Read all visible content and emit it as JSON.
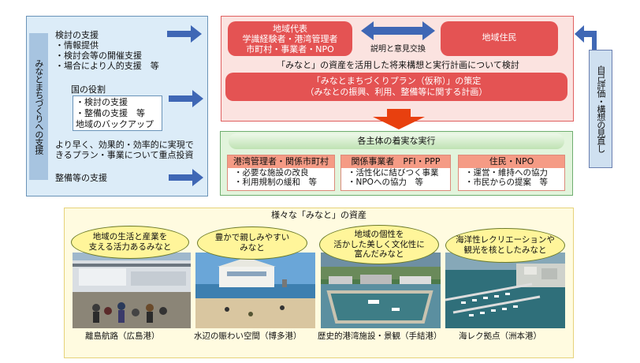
{
  "support": {
    "vertical_label": "みなとまちづくりへの支援",
    "study_support": {
      "heading": "検討の支援",
      "items": [
        "・情報提供",
        "・検討会等の開催支援",
        "・場合により人的支援　等"
      ]
    },
    "nation": {
      "heading": "国の役割",
      "items": [
        "・検討の支援",
        "・整備の支援　等"
      ],
      "backup": "地域のバックアップ"
    },
    "efficiency": [
      "より早く、効果的・効率的に実現で",
      "きるプラン・事業について重点投資"
    ],
    "maintenance": "整備等の支援"
  },
  "plan": {
    "rep_lines": [
      "地域代表",
      "学識経験者・港湾管理者",
      "市町村・事業者・NPO"
    ],
    "residents": "地域住民",
    "exchange": "説明と意見交換",
    "consider": "「みなと」の資産を活用した将来構想と実行計画について検討",
    "plan_lines": [
      "「みなとまちづくりプラン（仮称）」の策定",
      "（みなとの振興、利用、整備等に関する計画）"
    ]
  },
  "feedback": "自己評価・構想の見直し",
  "implementation": {
    "header": "各主体の着実な実行",
    "parties": [
      {
        "title": "港湾管理者・関係市町村",
        "items": [
          "・必要な施設の改良",
          "・利用規制の緩和　等"
        ]
      },
      {
        "title": "関係事業者　PFI・PPP",
        "items": [
          "・活性化に結びつく事業",
          "・NPOへの協力　等"
        ]
      },
      {
        "title": "住民・NPO",
        "items": [
          "・運営・維持への協力",
          "・市民からの提案　等"
        ]
      }
    ]
  },
  "resources": {
    "title": "様々な「みなと」の資産",
    "bubbles": [
      [
        "地域の生活と産業を",
        "支える活力あるみなと"
      ],
      [
        "豊かで親しみやすい",
        "みなと"
      ],
      [
        "地域の個性を",
        "活かした美しく文化性に",
        "富んだみなと"
      ],
      [
        "海洋性レクリエーションや",
        "観光を核としたみなと"
      ]
    ],
    "captions": [
      "離島航路（広島港）",
      "水辺の賑わい空間（博多港）",
      "歴史的港湾施設・景観（手結港）",
      "海レク拠点（洲本港）"
    ]
  },
  "colors": {
    "support_bg": "#dcecf8",
    "plan_bg": "#fbe3e0",
    "red_pill": "#e45353",
    "implement_bg": "#e2f4dc",
    "resource_bg": "#fffbe0",
    "bubble": "#fff59a",
    "arrow_blue": "#3f67b5",
    "arrow_red": "#e8400f"
  }
}
